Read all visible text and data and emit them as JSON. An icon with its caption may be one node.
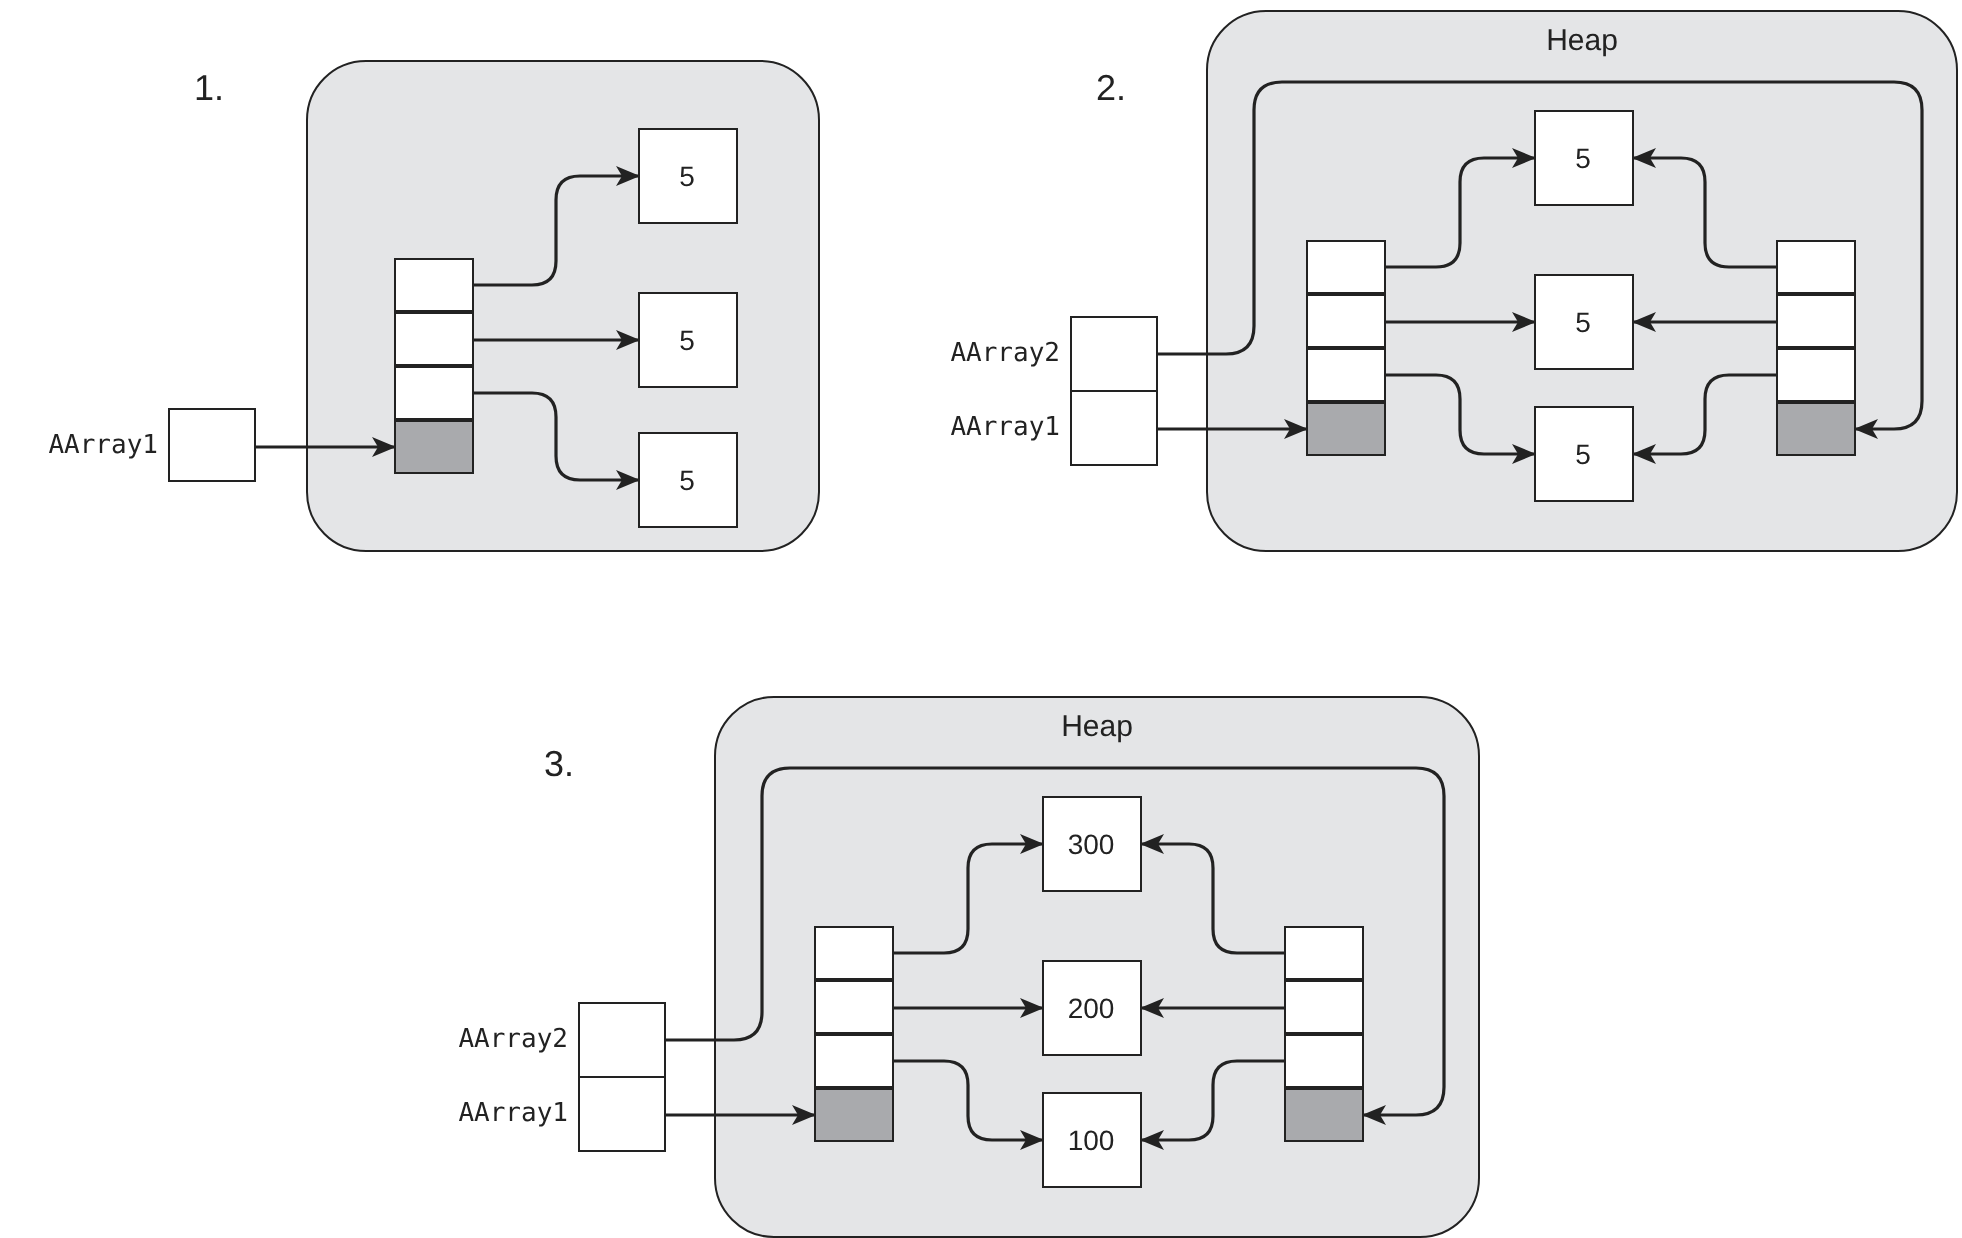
{
  "diagram": {
    "nodes": [
      {
        "text": [],
        "shape": "box"
      },
      {
        "text": [],
        "shape": "box",
        "beside": [
          "AArray1"
        ]
      },
      {
        "text": [],
        "shape": "box",
        "in": 0
      },
      {
        "text": [],
        "shape": "box",
        "in": 0
      },
      {
        "text": [],
        "shape": "box",
        "in": 0
      },
      {
        "text": [],
        "shape": "box",
        "in": 0
      },
      {
        "text": [
          "5"
        ],
        "in": 0
      },
      {
        "text": [
          "5"
        ],
        "in": 0
      },
      {
        "text": [
          "5"
        ],
        "in": 0
      },
      {
        "text": [
          "Heap"
        ]
      },
      {
        "text": [],
        "shape": "box",
        "beside": [
          "AArray2"
        ]
      },
      {
        "text": [],
        "shape": "box",
        "beside": [
          "AArray1"
        ]
      },
      {
        "text": [],
        "shape": "box",
        "in": 9
      },
      {
        "text": [],
        "shape": "box",
        "in": 9
      },
      {
        "text": [],
        "shape": "box",
        "in": 9
      },
      {
        "text": [],
        "shape": "box",
        "in": 9
      },
      {
        "text": [
          "5"
        ],
        "in": 9
      },
      {
        "text": [
          "5"
        ],
        "in": 9
      },
      {
        "text": [
          "5"
        ],
        "in": 9
      },
      {
        "text": [],
        "shape": "box",
        "in": 9
      },
      {
        "text": [],
        "shape": "box",
        "in": 9
      },
      {
        "text": [],
        "shape": "box",
        "in": 9
      },
      {
        "text": [],
        "shape": "box",
        "in": 9
      },
      {
        "text": [
          "Heap"
        ]
      },
      {
        "text": [],
        "shape": "box",
        "beside": [
          "AArray2"
        ]
      },
      {
        "text": [],
        "shape": "box",
        "beside": [
          "AArray1"
        ]
      },
      {
        "text": [],
        "shape": "box",
        "in": 23
      },
      {
        "text": [],
        "shape": "box",
        "in": 23
      },
      {
        "text": [],
        "shape": "box",
        "in": 23
      },
      {
        "text": [],
        "shape": "box",
        "in": 23
      },
      {
        "text": [
          "300"
        ],
        "in": 23
      },
      {
        "text": [
          "200"
        ],
        "in": 23
      },
      {
        "text": [
          "100"
        ],
        "in": 23
      },
      {
        "text": [],
        "shape": "box",
        "in": 23
      },
      {
        "text": [],
        "shape": "box",
        "in": 23
      },
      {
        "text": [],
        "shape": "box",
        "in": 23
      },
      {
        "text": [],
        "shape": "box",
        "in": 23
      }
    ],
    "edges": [
      {
        "from": 1,
        "to": 5,
        "arrow": "to"
      },
      {
        "from": 2,
        "to": 6,
        "arrow": "to"
      },
      {
        "from": 3,
        "to": 7,
        "arrow": "to"
      },
      {
        "from": 4,
        "to": 8,
        "arrow": "to"
      },
      {
        "from": 10,
        "to": 22,
        "arrow": "to"
      },
      {
        "from": 11,
        "to": 15,
        "arrow": "to"
      },
      {
        "from": 12,
        "to": 16,
        "arrow": "to"
      },
      {
        "from": 13,
        "to": 17,
        "arrow": "to"
      },
      {
        "from": 14,
        "to": 18,
        "arrow": "to"
      },
      {
        "from": 19,
        "to": 16,
        "arrow": "to"
      },
      {
        "from": 20,
        "to": 17,
        "arrow": "to"
      },
      {
        "from": 21,
        "to": 18,
        "arrow": "to"
      },
      {
        "from": 24,
        "to": 36,
        "arrow": "to"
      },
      {
        "from": 25,
        "to": 29,
        "arrow": "to"
      },
      {
        "from": 26,
        "to": 30,
        "arrow": "to"
      },
      {
        "from": 27,
        "to": 31,
        "arrow": "to"
      },
      {
        "from": 28,
        "to": 32,
        "arrow": "to"
      },
      {
        "from": 33,
        "to": 30,
        "arrow": "to"
      },
      {
        "from": 34,
        "to": 31,
        "arrow": "to"
      },
      {
        "from": 35,
        "to": 32,
        "arrow": "to"
      }
    ],
    "labels": [
      "1.",
      "2.",
      "3."
    ]
  }
}
